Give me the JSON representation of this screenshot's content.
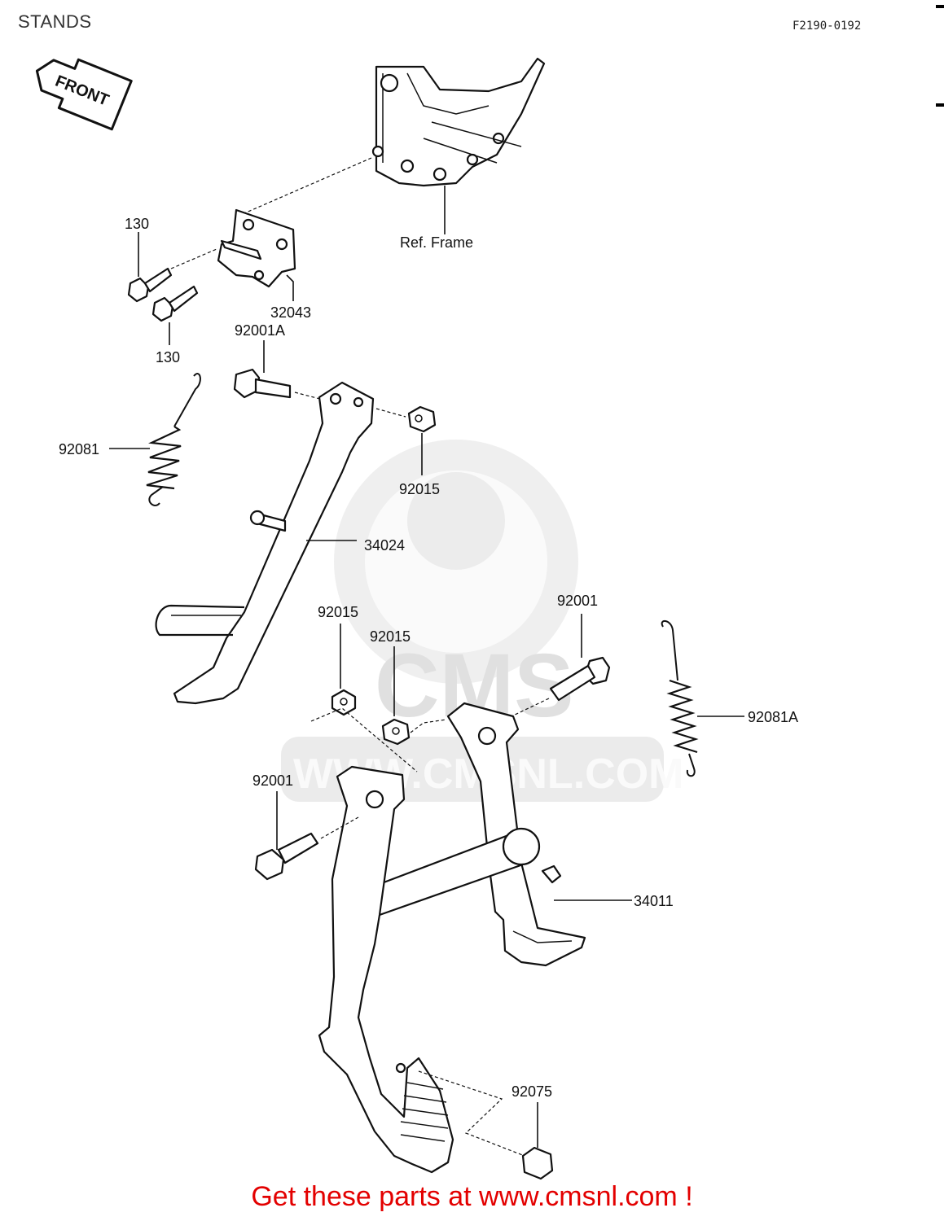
{
  "header": {
    "title": "STANDS",
    "diagram_code": "F2190-0192"
  },
  "front_arrow_label": "FRONT",
  "reference_label": "Ref. Frame",
  "watermark": {
    "logo_text": "CMS",
    "url_text": "WWW.CMSNL.COM"
  },
  "parts": [
    {
      "id": "p130a",
      "number": "130"
    },
    {
      "id": "p130b",
      "number": "130"
    },
    {
      "id": "p32043",
      "number": "32043"
    },
    {
      "id": "p92001A",
      "number": "92001A"
    },
    {
      "id": "p92081",
      "number": "92081"
    },
    {
      "id": "p92015a",
      "number": "92015"
    },
    {
      "id": "p34024",
      "number": "34024"
    },
    {
      "id": "p92015b",
      "number": "92015"
    },
    {
      "id": "p92015c",
      "number": "92015"
    },
    {
      "id": "p92001a",
      "number": "92001"
    },
    {
      "id": "p92081A",
      "number": "92081A"
    },
    {
      "id": "p92001b",
      "number": "92001"
    },
    {
      "id": "p34011",
      "number": "34011"
    },
    {
      "id": "p92075",
      "number": "92075"
    }
  ],
  "footer": {
    "promo_text": "Get these parts at www.cmsnl.com !"
  },
  "colors": {
    "footer_text": "#e30000",
    "line_art": "#111111",
    "watermark": "#e0e0e0"
  }
}
